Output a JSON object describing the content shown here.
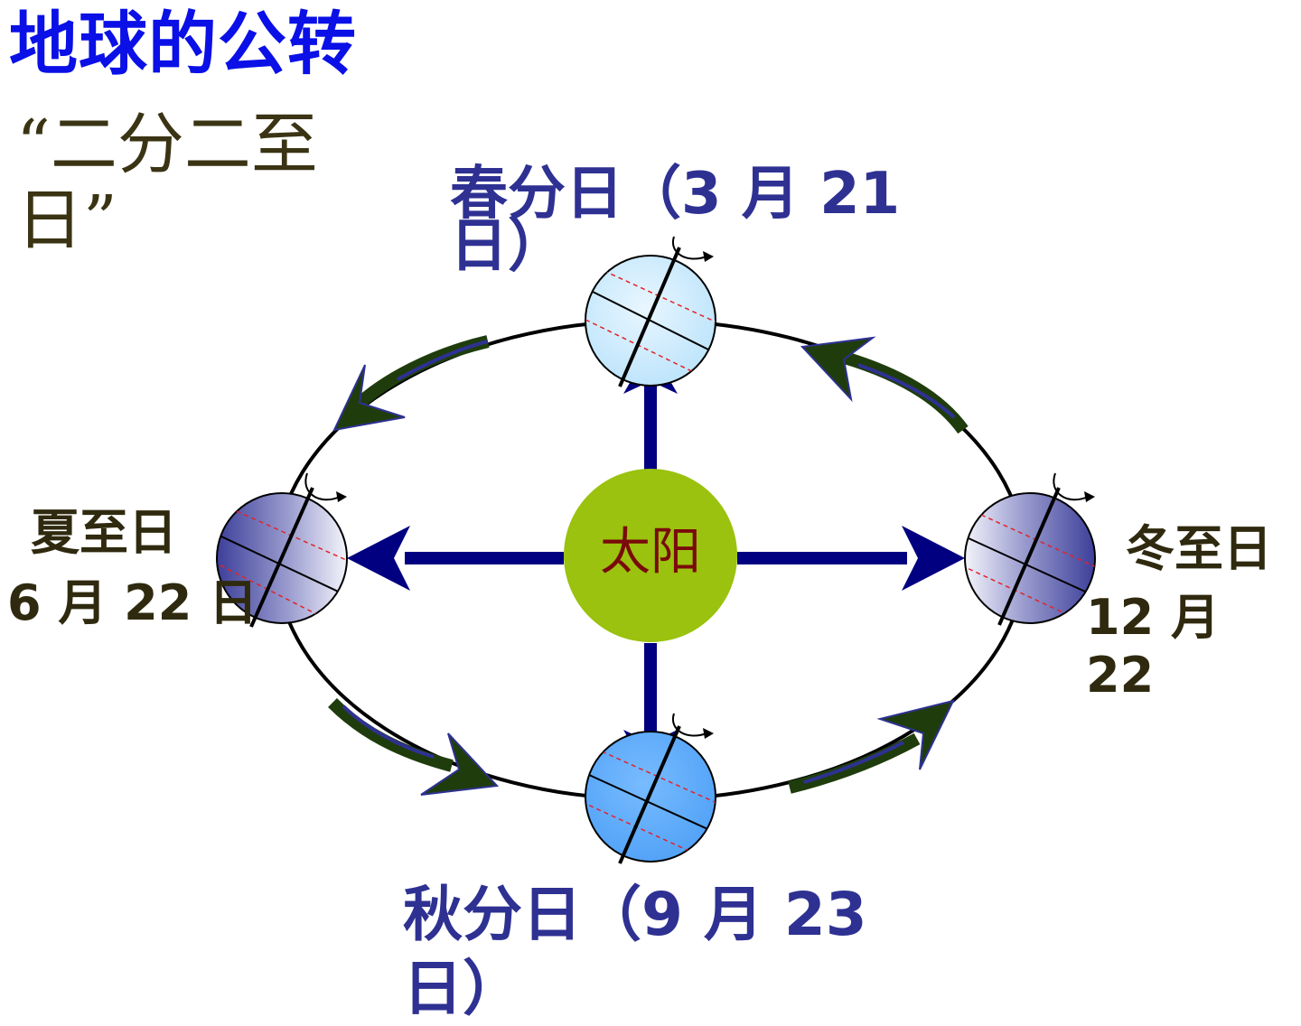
{
  "title": "地球的公转",
  "subtitle": "“二分二至日”",
  "sun": {
    "label": "太阳",
    "color": "#9ac20e",
    "text_color": "#7a0a0a"
  },
  "positions": {
    "spring": {
      "label": "春分日（3 月 21 日）"
    },
    "summer": {
      "name": "夏至日",
      "date": "6 月 22 日"
    },
    "autumn": {
      "label": "秋分日（9 月 23 日）"
    },
    "winter": {
      "name": "冬至日",
      "date": "12 月 22"
    }
  },
  "colors": {
    "title": "#0a10e6",
    "label_blue": "#2e3192",
    "label_dark": "#2f2a0f",
    "orbit_arrow": "#1f3d0c",
    "sun_ray": "#000080"
  },
  "icons": [
    "rotation-arrow-icon",
    "revolution-arrow-icon",
    "sunlight-arrow-icon",
    "earth-globe-icon"
  ]
}
